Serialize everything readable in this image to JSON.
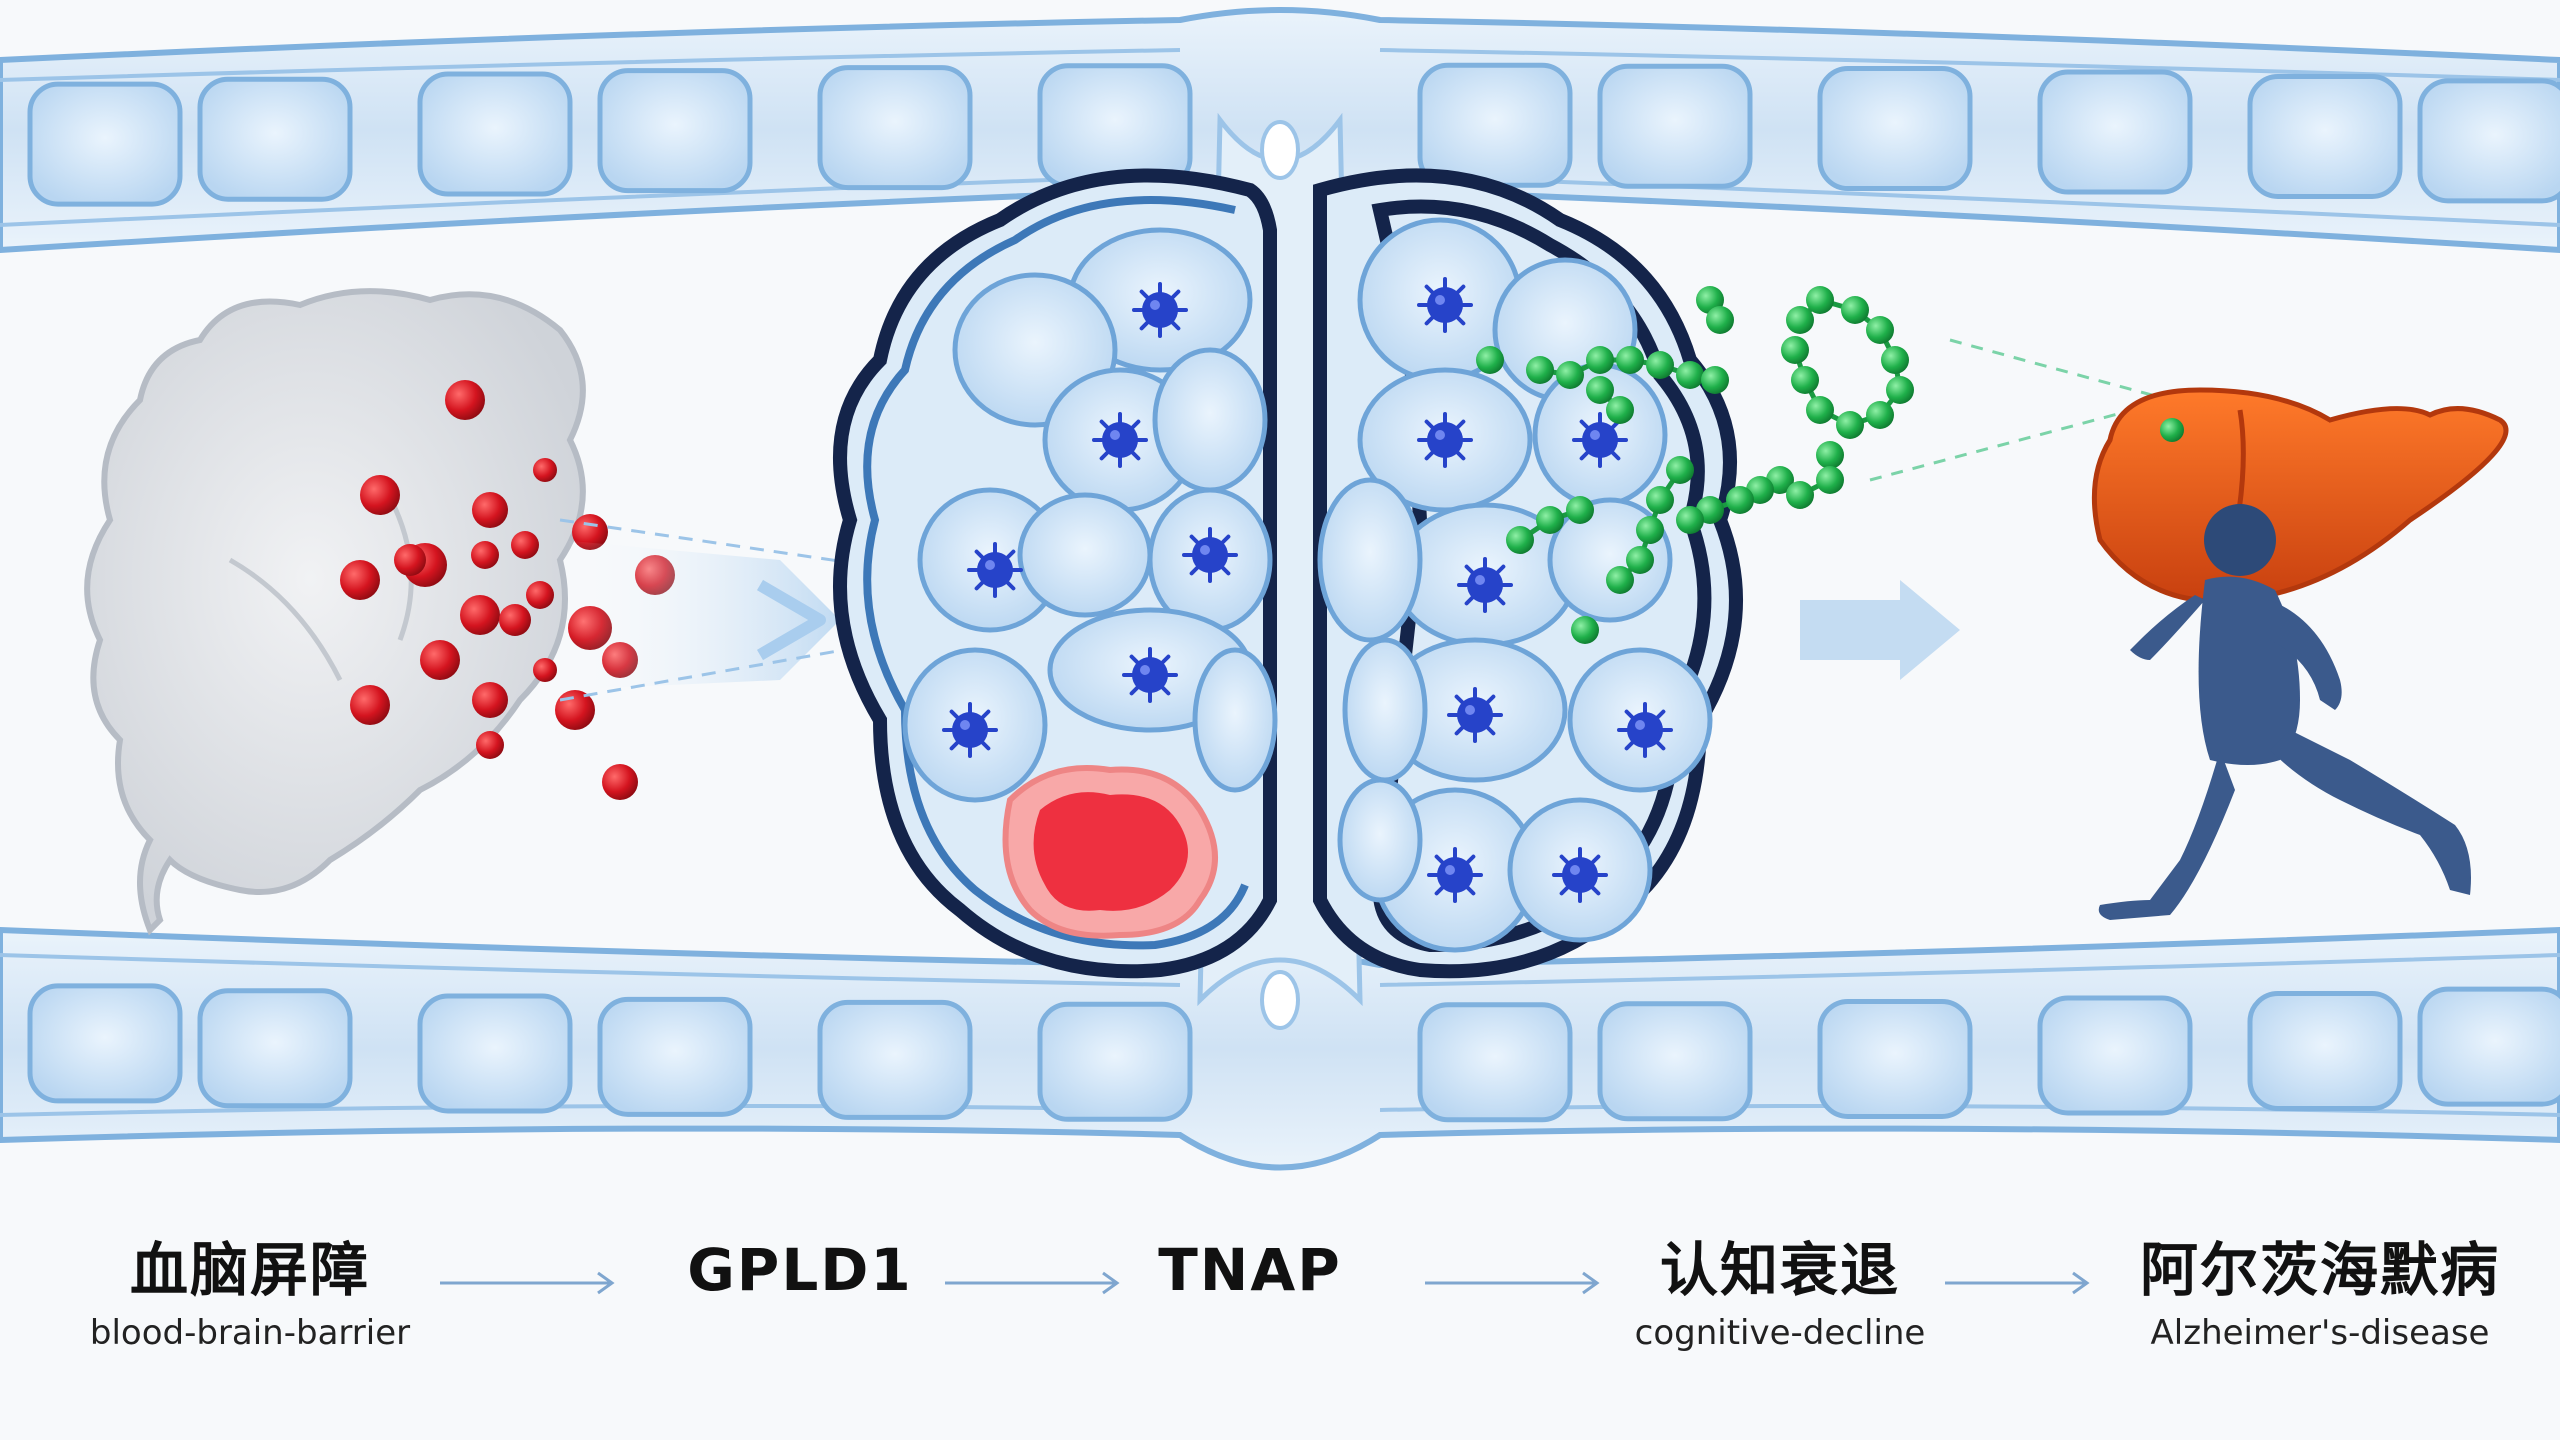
{
  "steps": [
    {
      "zh": "血脑屏障",
      "en": "blood-brain-barrier"
    },
    {
      "zh": "GPLD1",
      "en": ""
    },
    {
      "zh": "TNAP",
      "en": ""
    },
    {
      "zh": "认知衰退",
      "en": "cognitive-decline"
    },
    {
      "zh": "阿尔茨海默病",
      "en": "Alzheimer's-disease"
    }
  ],
  "icons": {
    "left_organ": "gray-organ-icon",
    "brain": "brain-cross-section-icon",
    "liver": "liver-icon",
    "runner": "running-person-icon",
    "flow_arrow": "arrow-right-icon"
  },
  "colors": {
    "vessel_fill": "#d7e8f7",
    "vessel_stroke": "#7fb1de",
    "brain_outline": "#14244a",
    "cell_fill": "#cfe3f6",
    "nucleus": "#2643c9",
    "red_particles": "#d4141f",
    "green_molecule": "#1fb04a",
    "lesion": "#ee3040",
    "liver": "#e6541a",
    "runner": "#3b5a8c"
  }
}
